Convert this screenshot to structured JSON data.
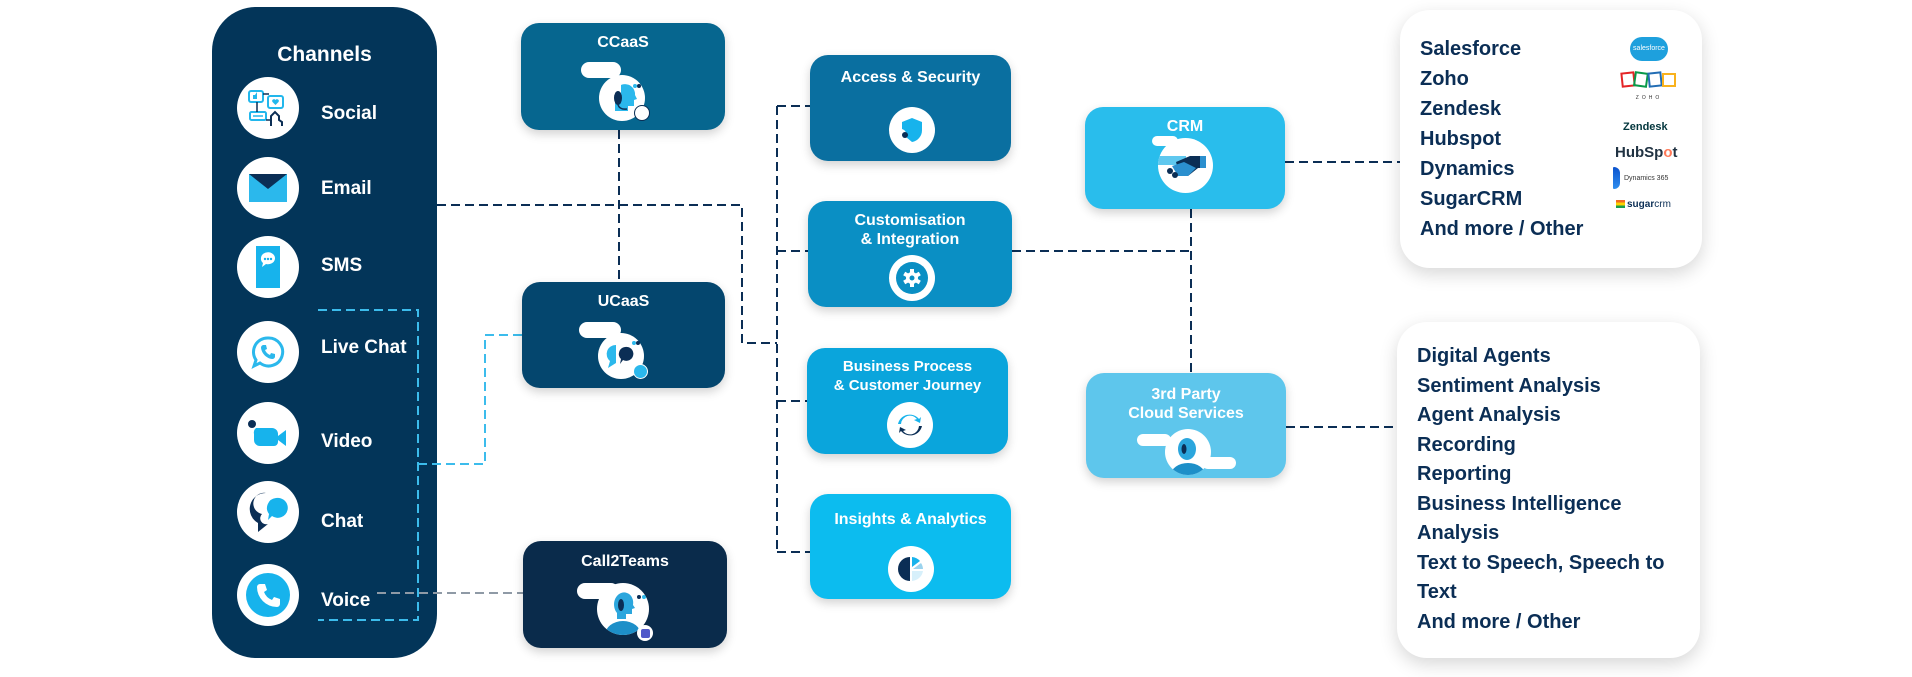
{
  "channels": {
    "title": "Channels",
    "items": [
      {
        "label": "Social",
        "icon": "social-media-icon"
      },
      {
        "label": "Email",
        "icon": "envelope-icon"
      },
      {
        "label": "SMS",
        "icon": "mobile-message-icon"
      },
      {
        "label": "Live Chat",
        "icon": "whatsapp-icon"
      },
      {
        "label": "Video",
        "icon": "video-camera-icon"
      },
      {
        "label": "Chat",
        "icon": "chat-bubbles-icon"
      },
      {
        "label": "Voice",
        "icon": "phone-icon"
      }
    ]
  },
  "platforms": {
    "ccaas": {
      "title": "CCaaS",
      "icon": "agent-headset-whatsapp-icon"
    },
    "ucaas": {
      "title": "UCaaS",
      "icon": "agent-chat-phone-icon"
    },
    "call2teams": {
      "title": "Call2Teams",
      "icon": "agent-teams-icon"
    }
  },
  "capabilities": [
    {
      "title_lines": [
        "Access & Security"
      ],
      "icon": "shield-icon"
    },
    {
      "title_lines": [
        "Customisation",
        "& Integration"
      ],
      "icon": "gear-icon"
    },
    {
      "title_lines": [
        "Business Process",
        "& Customer Journey"
      ],
      "icon": "refresh-cycle-icon"
    },
    {
      "title_lines": [
        "Insights & Analytics"
      ],
      "icon": "pie-chart-icon"
    }
  ],
  "integrations": {
    "crm": {
      "title": "CRM",
      "icon": "handshake-icon"
    },
    "third_party": {
      "title_lines": [
        "3rd Party",
        "Cloud Services"
      ],
      "icon": "cloud-agent-icon"
    }
  },
  "crm_list": {
    "items": [
      "Salesforce",
      "Zoho",
      "Zendesk",
      "Hubspot",
      "Dynamics",
      "SugarCRM",
      "And more / Other"
    ],
    "logos": {
      "salesforce": "salesforce",
      "zoho": "ZOHO",
      "zendesk": "endesk",
      "hubspot_a": "HubSp",
      "hubspot_b": "t",
      "dynamics": "Dynamics 365",
      "sugar_a": "sugar",
      "sugar_b": "crm"
    }
  },
  "services_list": {
    "items": [
      "Digital Agents",
      "Sentiment Analysis",
      "Agent Analysis",
      "Recording",
      "Reporting",
      "Business Intelligence",
      "Analysis",
      "Text to Speech, Speech to",
      "Text",
      "And more / Other"
    ]
  },
  "colors": {
    "channels_bg": "#033559",
    "ccaas": "#06668f",
    "ucaas": "#04466e",
    "call2teams": "#0a2b4b",
    "access": "#0a6fa0",
    "custom": "#0a8fc4",
    "business": "#0aa5dc",
    "insights": "#0cbcef",
    "crm": "#29bdec",
    "third_party": "#5ec6ec",
    "link_dark": "#0b2e55",
    "link_light": "#3cbcec",
    "link_gray": "#8f9aa6",
    "text_dark": "#0b2e55"
  }
}
